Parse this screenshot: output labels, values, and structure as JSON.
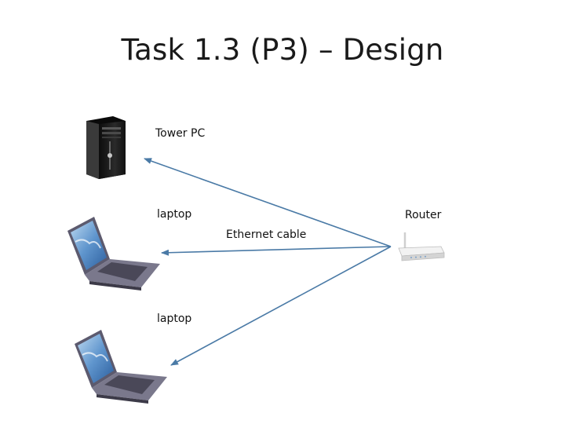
{
  "slide": {
    "title": "Task 1.3 (P3) – Design"
  },
  "devices": {
    "tower_pc": {
      "label": "Tower PC"
    },
    "laptop_top": {
      "label": "laptop"
    },
    "laptop_bottom": {
      "label": "laptop"
    },
    "router": {
      "label": "Router"
    }
  },
  "connections": {
    "cable_label": "Ethernet cable",
    "line_color": "#4a7aa6"
  },
  "colors": {
    "background": "#ffffff",
    "text": "#111111",
    "tower_body": "#1c1c1c",
    "laptop_body": "#6e6c80",
    "laptop_screen": "#6fa3d6",
    "router_body": "#e6e6e6"
  }
}
